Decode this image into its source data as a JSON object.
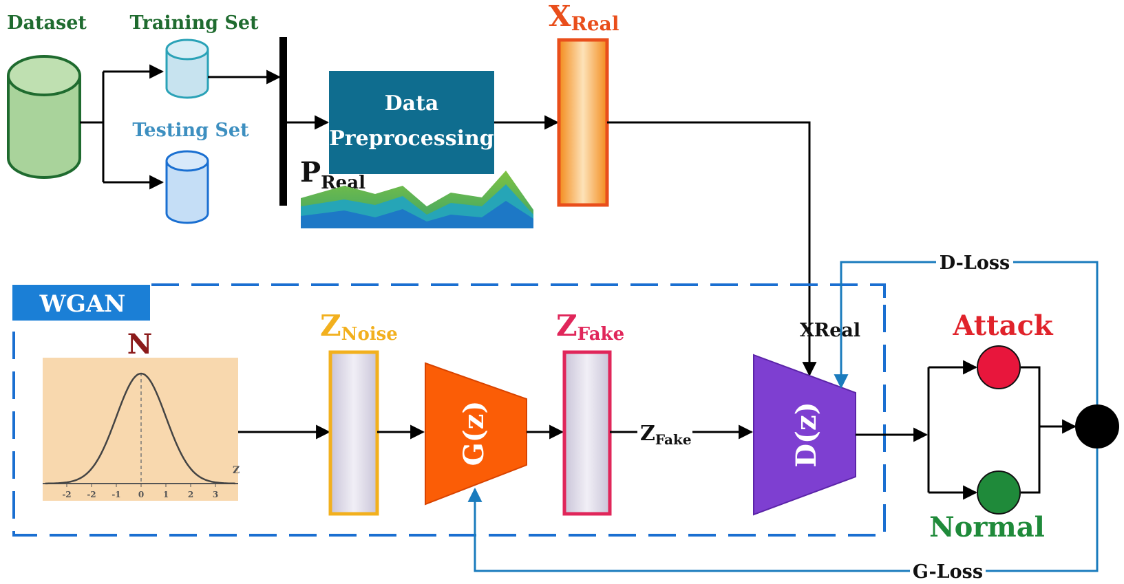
{
  "labels": {
    "dataset": "Dataset",
    "training_set": "Training Set",
    "testing_set": "Testing Set",
    "data_preprocessing_line1": "Data",
    "data_preprocessing_line2": "Preprocessing",
    "p_real_main": "P",
    "p_real_sub": "Real",
    "x_real_top_main": "X",
    "x_real_top_sub": "Real",
    "wgan": "WGAN",
    "n": "N",
    "z_noise_main": "Z",
    "z_noise_sub": "Noise",
    "generator": "G(z)",
    "z_fake_main": "Z",
    "z_fake_sub": "Fake",
    "z_fake_arrow_main": "Z",
    "z_fake_arrow_sub": "Fake",
    "x_real_mid": "XReal",
    "discriminator": "D(z)",
    "d_loss": "D-Loss",
    "g_loss": "G-Loss",
    "attack": "Attack",
    "normal": "Normal"
  },
  "gaussian_axis": {
    "ticks": [
      "-2",
      "-2",
      "-1",
      "0",
      "1",
      "2",
      "3"
    ],
    "axis_label": "Z"
  },
  "colors": {
    "dataset": "#a9d39b",
    "dataset_stroke": "#1f6b2f",
    "training_set": "#c7e3ef",
    "testing_set": "#c5def6",
    "preprocessing": "#0f6d8f",
    "x_real_bar": "#f5a335",
    "z_noise_stroke": "#f2b01e",
    "z_fake_stroke": "#e0265a",
    "generator": "#fb5d06",
    "discriminator": "#7e3fd1",
    "attack_node": "#e8163c",
    "normal_node": "#1f8a3a",
    "wgan_badge": "#1b7fd6",
    "loss_lines": "#1a7bbd"
  }
}
